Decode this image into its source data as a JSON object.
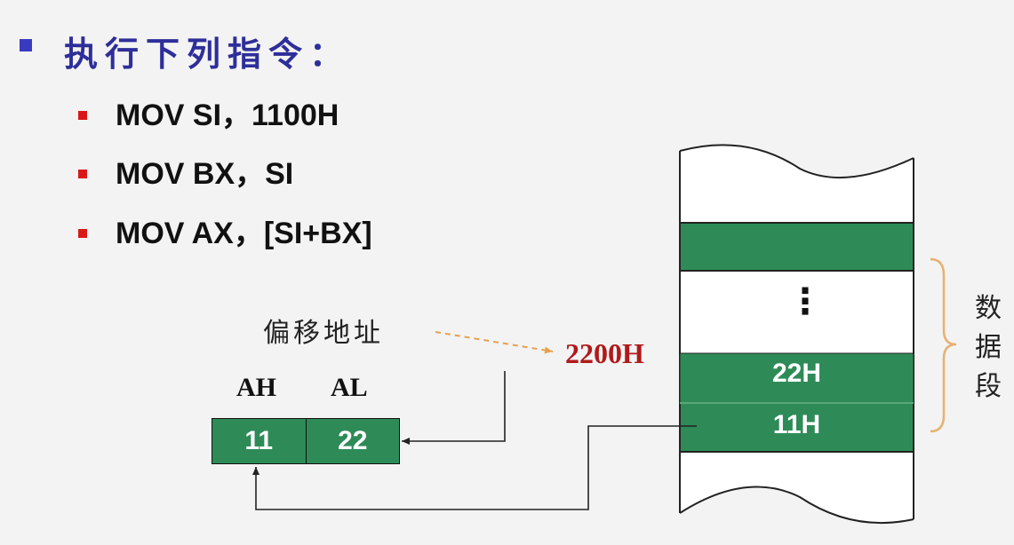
{
  "heading": "执行下列指令：",
  "instructions": [
    "MOV SI，1100H",
    "MOV BX，SI",
    "MOV AX，[SI+BX]"
  ],
  "offset_label": "偏移地址",
  "address": "2200H",
  "registers": {
    "high_label": "AH",
    "low_label": "AL",
    "high_value": "11",
    "low_value": "22"
  },
  "memory": {
    "ellipsis": "⋮",
    "upper_byte": "22H",
    "lower_byte": "11H"
  },
  "segment_label": "数据段",
  "colors": {
    "cell_green": "#2e8b57",
    "heading_blue": "#2e2e9a",
    "address_red": "#b01a1a",
    "bullet_red": "#d81818",
    "arrow_orange": "#e8a050",
    "brace_orange": "#e8b070"
  }
}
